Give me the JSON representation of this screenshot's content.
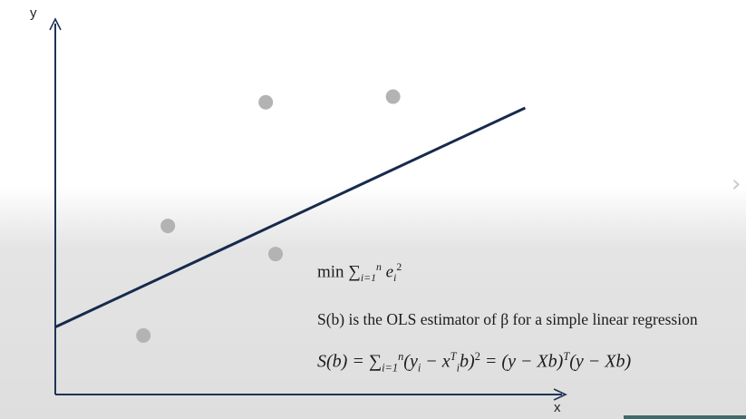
{
  "axes": {
    "x_label": "x",
    "y_label": "y"
  },
  "chart_data": {
    "type": "scatter",
    "points": [
      {
        "x": 1.8,
        "y": 1.05
      },
      {
        "x": 2.3,
        "y": 3.0
      },
      {
        "x": 4.3,
        "y": 5.2
      },
      {
        "x": 4.5,
        "y": 2.5
      },
      {
        "x": 6.9,
        "y": 5.3
      }
    ],
    "fit_line": {
      "x": [
        0.0,
        9.6
      ],
      "y": [
        1.2,
        5.1
      ]
    },
    "xlim": [
      0,
      10
    ],
    "ylim": [
      0,
      6.6
    ],
    "xlabel": "x",
    "ylabel": "y",
    "grid": false,
    "point_color": "#b3b3b3",
    "line_color": "#172a4d",
    "axis_color": "#1f3355"
  },
  "formulas": {
    "min_text": "min",
    "sum_symbol": "∑",
    "index_lower": "i=1",
    "index_upper": "n",
    "residual_var": "e",
    "residual_sub": "i",
    "residual_sup": "2",
    "description": "S(b) is the OLS estimator of β for a simple linear regression",
    "eq_lhs": "S(b) =",
    "eq_term_open": "(y",
    "eq_term_i": "i",
    "eq_term_minus": "− x",
    "eq_term_T": "T",
    "eq_term_b": "b)",
    "eq_square": "2",
    "eq_rhs_a": "= (y − Xb)",
    "eq_rhs_T": "T",
    "eq_rhs_b": "(y − Xb)"
  },
  "navigation": {
    "next_arrow": "›"
  }
}
